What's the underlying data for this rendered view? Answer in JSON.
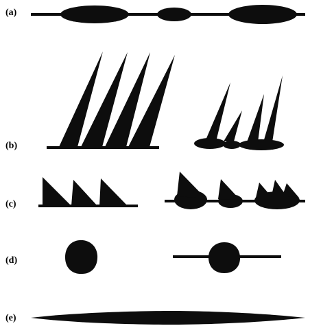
{
  "labels": {
    "a": "(a)",
    "b": "(b)",
    "c": "(c)",
    "d": "(d)",
    "e": "(e)"
  },
  "colors": {
    "ink": "#0d0d0d",
    "background": "#ffffff"
  }
}
